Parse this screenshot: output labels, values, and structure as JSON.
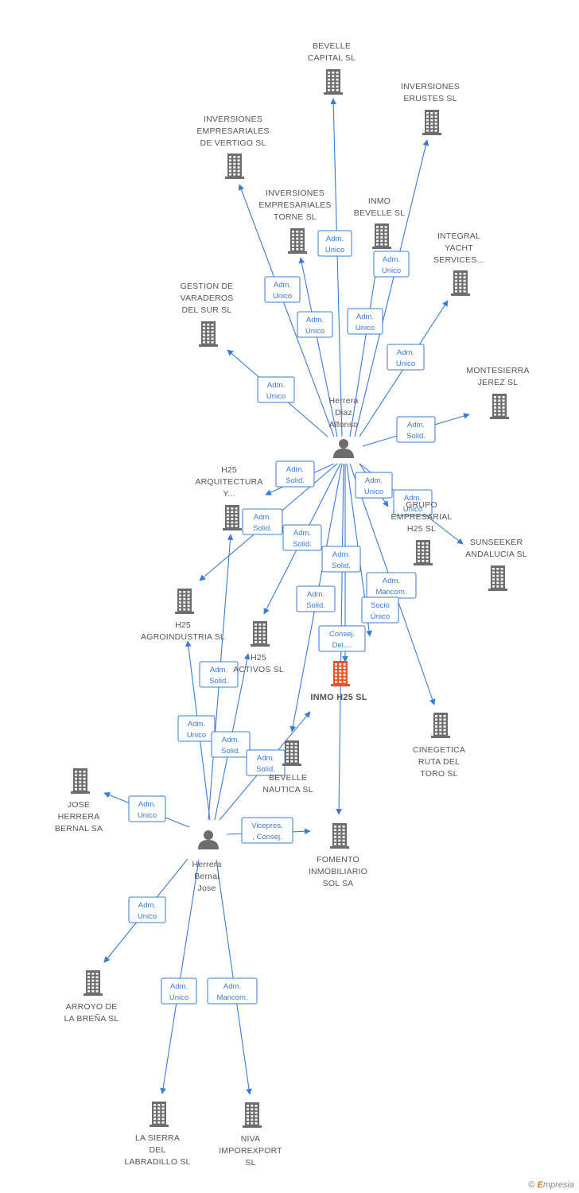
{
  "colors": {
    "edge": "#3a7bd5",
    "node": "#6d6d6d",
    "focus": "#e8552b",
    "label": "#555555"
  },
  "nodes": [
    {
      "id": "bevelle_capital",
      "kind": "company",
      "lines": [
        "BEVELLE",
        "CAPITAL  SL"
      ]
    },
    {
      "id": "inversiones_erustes",
      "kind": "company",
      "lines": [
        "INVERSIONES",
        "ERUSTES SL"
      ]
    },
    {
      "id": "vertigo",
      "kind": "company",
      "lines": [
        "INVERSIONES",
        "EMPRESARIALES",
        "DE VERTIGO SL"
      ]
    },
    {
      "id": "torne",
      "kind": "company",
      "lines": [
        "INVERSIONES",
        "EMPRESARIALES",
        "TORNE SL"
      ]
    },
    {
      "id": "inmo_bevelle",
      "kind": "company",
      "lines": [
        "INMO",
        "BEVELLE  SL"
      ]
    },
    {
      "id": "integral_yacht",
      "kind": "company",
      "lines": [
        "INTEGRAL",
        "YACHT",
        "SERVICES..."
      ]
    },
    {
      "id": "gestion_varaderos",
      "kind": "company",
      "lines": [
        "GESTION DE",
        "VARADEROS",
        "DEL SUR SL"
      ]
    },
    {
      "id": "montesierra",
      "kind": "company",
      "lines": [
        "MONTESIERRA",
        "JEREZ SL"
      ]
    },
    {
      "id": "herrera_diaz",
      "kind": "person",
      "lines": [
        "Herrera",
        "Diaz",
        "Alfonso"
      ]
    },
    {
      "id": "h25_arquitectura",
      "kind": "company",
      "lines": [
        "H25",
        "ARQUITECTURA",
        "Y..."
      ]
    },
    {
      "id": "h25_empresarial",
      "kind": "company",
      "lines": [
        "GRUPO",
        "EMPRESARIAL",
        "H25 SL"
      ]
    },
    {
      "id": "sunseeker",
      "kind": "company",
      "lines": [
        "SUNSEEKER",
        "ANDALUCIA  SL"
      ]
    },
    {
      "id": "h25_agro",
      "kind": "company",
      "lines": [
        "H25",
        "AGROINDUSTRIA SL"
      ]
    },
    {
      "id": "h25_activos",
      "kind": "company",
      "lines": [
        "H25",
        "ACTIVOS SL"
      ]
    },
    {
      "id": "inmo_h25",
      "kind": "focus",
      "lines": [
        "INMO H25 SL"
      ]
    },
    {
      "id": "cinegetica",
      "kind": "company",
      "lines": [
        "CINEGETICA",
        "RUTA DEL",
        "TORO  SL"
      ]
    },
    {
      "id": "bevelle_nautica",
      "kind": "company",
      "lines": [
        "BEVELLE",
        "NAUTICA SL"
      ]
    },
    {
      "id": "jose_herrera_bernal",
      "kind": "company",
      "lines": [
        "JOSE",
        "HERRERA",
        "BERNAL SA"
      ]
    },
    {
      "id": "fomento",
      "kind": "company",
      "lines": [
        "FOMENTO",
        "INMOBILIARIO",
        "SOL SA"
      ]
    },
    {
      "id": "herrera_bernal",
      "kind": "person",
      "lines": [
        "Herrera",
        "Bernal",
        "Jose"
      ]
    },
    {
      "id": "arroyo",
      "kind": "company",
      "lines": [
        "ARROYO DE",
        "LA BREÑA  SL"
      ]
    },
    {
      "id": "la_sierra",
      "kind": "company",
      "lines": [
        "LA SIERRA",
        "DEL",
        "LABRADILLO SL"
      ]
    },
    {
      "id": "niva",
      "kind": "company",
      "lines": [
        "NIVA",
        "IMPOREXPORT",
        "SL"
      ]
    }
  ],
  "edges": [
    {
      "from": "herrera_diaz",
      "to": "bevelle_capital",
      "label": [
        "Adm.",
        "Unico"
      ]
    },
    {
      "from": "herrera_diaz",
      "to": "inversiones_erustes",
      "label": [
        "Adm.",
        "Unico"
      ]
    },
    {
      "from": "herrera_diaz",
      "to": "vertigo",
      "label": [
        "Adm.",
        "Unico"
      ]
    },
    {
      "from": "herrera_diaz",
      "to": "torne",
      "label": [
        "Adm.",
        "Unico"
      ]
    },
    {
      "from": "herrera_diaz",
      "to": "inmo_bevelle",
      "label": [
        "Adm.",
        "Unico"
      ]
    },
    {
      "from": "herrera_diaz",
      "to": "integral_yacht",
      "label": [
        "Adm.",
        "Unico"
      ]
    },
    {
      "from": "herrera_diaz",
      "to": "gestion_varaderos",
      "label": [
        "Adm.",
        "Unico"
      ]
    },
    {
      "from": "herrera_diaz",
      "to": "montesierra",
      "label": [
        "Adm.",
        "Solid."
      ]
    },
    {
      "from": "herrera_diaz",
      "to": "h25_arquitectura",
      "label": [
        "Adm.",
        "Solid."
      ]
    },
    {
      "from": "herrera_diaz",
      "to": "h25_empresarial",
      "label": [
        "Adm.",
        "Unico"
      ]
    },
    {
      "from": "herrera_diaz",
      "to": "sunseeker",
      "label": [
        "Adm.",
        "Unico"
      ]
    },
    {
      "from": "herrera_diaz",
      "to": "h25_agro",
      "label": [
        "Adm.",
        "Solid."
      ]
    },
    {
      "from": "herrera_diaz",
      "to": "h25_activos",
      "label": [
        "Adm.",
        "Solid."
      ]
    },
    {
      "from": "herrera_diaz",
      "to": "bevelle_nautica",
      "label": [
        "Adm.",
        "Solid."
      ]
    },
    {
      "from": "herrera_diaz",
      "to": "inmo_h25",
      "label": [
        "Adm.",
        "Solid."
      ]
    },
    {
      "from": "herrera_diaz",
      "to": "cinegetica",
      "label": [
        "Adm.",
        "Mancom."
      ]
    },
    {
      "from": "herrera_diaz",
      "to": "inmo_h25",
      "label": [
        "Socio",
        "Único"
      ]
    },
    {
      "from": "herrera_diaz",
      "to": "fomento",
      "label": [
        "Consej.",
        "Del...."
      ]
    },
    {
      "from": "herrera_bernal",
      "to": "h25_arquitectura",
      "label": [
        "Adm.",
        "Solid."
      ]
    },
    {
      "from": "herrera_bernal",
      "to": "h25_agro",
      "label": [
        "Adm.",
        "Unico"
      ]
    },
    {
      "from": "herrera_bernal",
      "to": "h25_activos",
      "label": [
        "Adm.",
        "Solid."
      ]
    },
    {
      "from": "herrera_bernal",
      "to": "inmo_h25",
      "label": [
        "Adm.",
        "Solid."
      ]
    },
    {
      "from": "herrera_bernal",
      "to": "jose_herrera_bernal",
      "label": [
        "Adm.",
        "Unico"
      ]
    },
    {
      "from": "herrera_bernal",
      "to": "fomento",
      "label": [
        "Vicepres.",
        ", Consej."
      ]
    },
    {
      "from": "herrera_bernal",
      "to": "arroyo",
      "label": [
        "Adm.",
        "Unico"
      ]
    },
    {
      "from": "herrera_bernal",
      "to": "la_sierra",
      "label": [
        "Adm.",
        "Unico"
      ]
    },
    {
      "from": "herrera_bernal",
      "to": "niva",
      "label": [
        "Adm.",
        "Mancom."
      ]
    }
  ],
  "footer": {
    "copyright": "©",
    "brand_first": "E",
    "brand_rest": "mpresia"
  }
}
